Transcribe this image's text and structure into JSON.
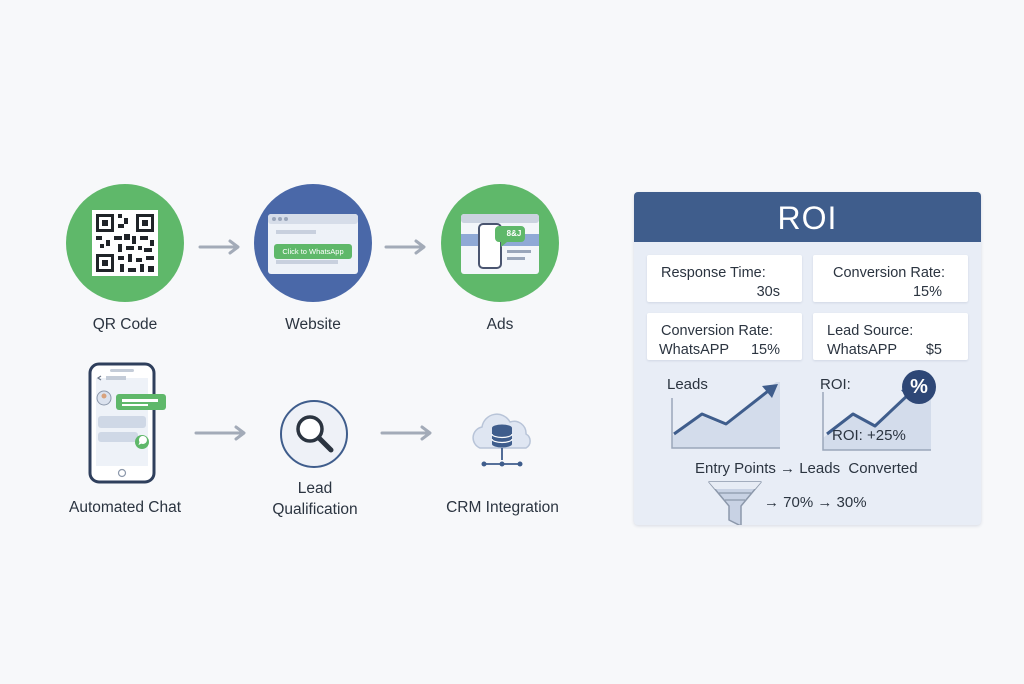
{
  "flow": {
    "row1": [
      {
        "label": "QR Code"
      },
      {
        "label": "Website",
        "button_text": "Click to WhatsApp"
      },
      {
        "label": "Ads",
        "badge_text": "8&J"
      }
    ],
    "row2": [
      {
        "label": "Automated Chat"
      },
      {
        "label_line1": "Lead",
        "label_line2": "Qualification"
      },
      {
        "label": "CRM Integration"
      }
    ]
  },
  "roi": {
    "title": "ROI",
    "cards": [
      {
        "title": "Response Time:",
        "value": "30s"
      },
      {
        "title": "Conversion Rate:",
        "value": "15%"
      },
      {
        "title": "Conversion Rate:",
        "sub": "WhatsAPP",
        "value": "15%"
      },
      {
        "title": "Lead Source:",
        "sub": "WhatsAPP",
        "value": "$5"
      }
    ],
    "leads_chart": {
      "label": "Leads"
    },
    "roi_chart": {
      "label": "ROI:",
      "badge": "%",
      "value": "ROI: +25%"
    },
    "funnel": {
      "caption": "Entry Points → Leads  Converted",
      "stats": "→ 70% → 30%"
    }
  },
  "colors": {
    "green": "#5fb86a",
    "blue": "#4a68a8",
    "navy": "#3f5d8c",
    "panel": "#e8edf6",
    "arrow": "#a3abb8"
  }
}
